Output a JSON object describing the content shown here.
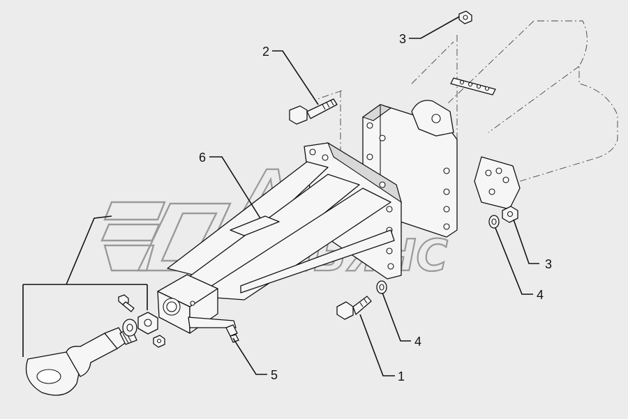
{
  "diagram": {
    "callouts": {
      "c1": "1",
      "c2": "2",
      "c3a": "3",
      "c3b": "3",
      "c4a": "4",
      "c4b": "4",
      "c5": "5",
      "c6": "6"
    },
    "watermark": {
      "line1": "АВТО",
      "line2": "АЛЬЯНС"
    }
  }
}
